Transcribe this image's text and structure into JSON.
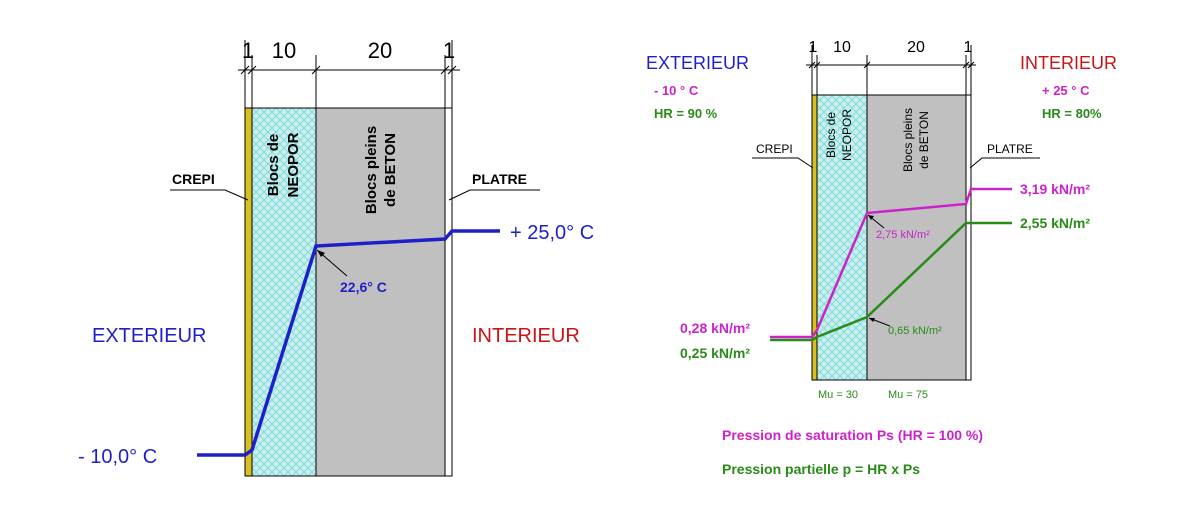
{
  "left": {
    "dims": [
      "1",
      "10",
      "20",
      "1"
    ],
    "layers": {
      "crepi": "CREPI",
      "neopor_line1": "Blocs de",
      "neopor_line2": "NEOPOR",
      "beton_line1": "Blocs pleins",
      "beton_line2": "de BETON",
      "platre": "PLATRE"
    },
    "exterior_label": "EXTERIEUR",
    "interior_label": "INTERIEUR",
    "temp_exterior": "- 10,0° C",
    "temp_interior": "+ 25,0° C",
    "temp_interface": "22,6° C"
  },
  "right": {
    "dims": [
      "1",
      "10",
      "20",
      "1"
    ],
    "layers": {
      "crepi": "CREPI",
      "neopor_line1": "Blocs de",
      "neopor_line2": "NEOPOR",
      "beton_line1": "Blocs pleins",
      "beton_line2": "de BETON",
      "platre": "PLATRE"
    },
    "exterior": {
      "label": "EXTERIEUR",
      "temp": "- 10 ° C",
      "hr": "HR = 90 %"
    },
    "interior": {
      "label": "INTERIEUR",
      "temp": "+ 25 ° C",
      "hr": "HR = 80%"
    },
    "ps_exterior": "0,28 kN/m²",
    "ps_interface": "2,75 kN/m²",
    "ps_interior": "3,19 kN/m²",
    "p_exterior": "0,25 kN/m²",
    "p_interface": "0,65 kN/m²",
    "p_interior": "2,55 kN/m²",
    "mu_neopor": "Mu = 30",
    "mu_beton": "Mu = 75",
    "legend_saturation": "Pression de saturation Ps (HR = 100 %)",
    "legend_partial": "Pression partielle p = HR x Ps"
  },
  "colors": {
    "temperature": "#1f1fc8",
    "exterior": "#1f1fc8",
    "interior": "#c81414",
    "saturation": "#cc22cc",
    "partial": "#2a8a1a",
    "concrete": "#c0c0c0",
    "plaster_render": "#d8c020",
    "insulation": "#bfeeee"
  }
}
